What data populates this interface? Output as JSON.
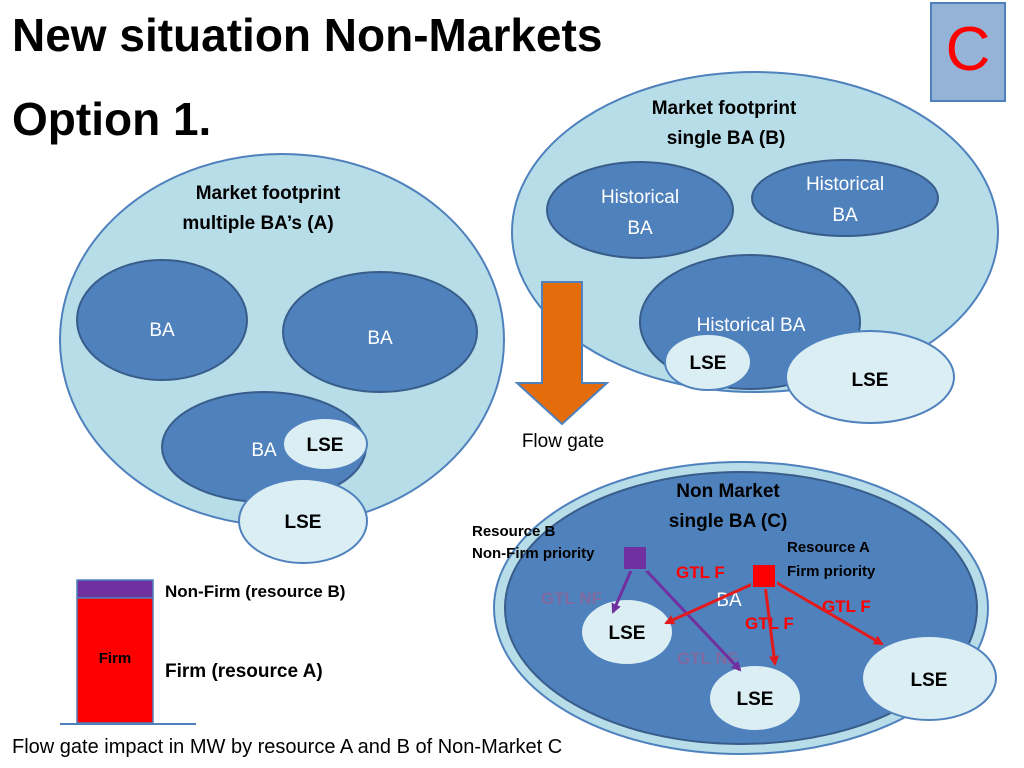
{
  "title": {
    "line1": "New situation Non-Markets",
    "line2": "Option 1."
  },
  "corner_label": "C",
  "footprint_a": {
    "label_line1": "Market footprint",
    "label_line2": "multiple BA’s  (A)",
    "ba_1": "BA",
    "ba_2": "BA",
    "ba_3": "BA",
    "lse_1": "LSE",
    "lse_2": "LSE"
  },
  "footprint_b": {
    "label_line1": "Market footprint",
    "label_line2": "single BA  (B)",
    "hist_1_line1": "Historical",
    "hist_1_line2": "BA",
    "hist_2_line1": "Historical",
    "hist_2_line2": "BA",
    "hist_3": "Historical BA",
    "lse_1": "LSE",
    "lse_2": "LSE"
  },
  "flow_gate_label": "Flow gate",
  "non_market": {
    "label_line1": "Non Market",
    "label_line2": "single BA  (C)",
    "ba": "BA",
    "resource_b_line1": "Resource B",
    "resource_b_line2": "Non-Firm priority",
    "resource_a_line1": "Resource A",
    "resource_a_line2": "Firm priority",
    "gtl_nf_1": "GTL  NF",
    "gtl_nf_2": "GTL  NF",
    "gtl_f_1": "GTL  F",
    "gtl_f_2": "GTL  F",
    "gtl_f_3": "GTL  F",
    "lse_1": "LSE",
    "lse_2": "LSE",
    "lse_3": "LSE"
  },
  "bar": {
    "firm_label": "Firm",
    "legend_non_firm": "Non-Firm (resource B)",
    "legend_firm": "Firm (resource A)"
  },
  "caption": "Flow gate impact in MW by resource A and B of Non-Market C",
  "colors": {
    "footprint_fill": "#b7dde8",
    "ba_fill": "#4f81bd",
    "lse_fill": "#dbeef4",
    "arrow_orange": "#e46c0a",
    "firm_red": "#ff0000",
    "nonfirm_purple": "#7030a0"
  }
}
